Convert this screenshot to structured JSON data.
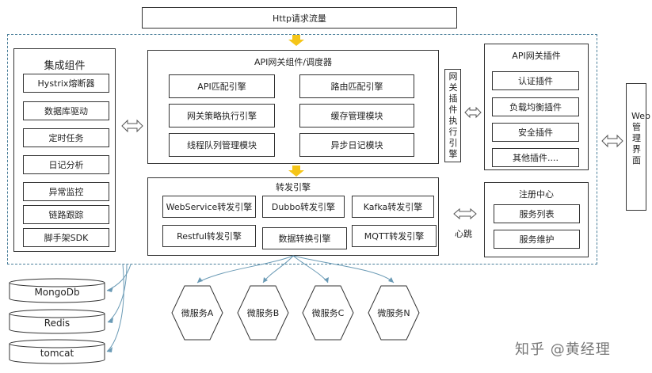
{
  "top": {
    "http": "Http请求流量"
  },
  "integration": {
    "title": "集成组件",
    "items": [
      "Hystrix熔断器",
      "数据库驱动",
      "定时任务",
      "日记分析",
      "异常监控",
      "链路跟踪",
      "脚手架SDK"
    ]
  },
  "gateway": {
    "title": "API网关组件/调度器",
    "items": [
      "API匹配引擎",
      "路由匹配引擎",
      "网关策略执行引擎",
      "缓存管理模块",
      "线程队列管理模块",
      "异步日记模块"
    ]
  },
  "plugin_exec": {
    "label": "网关插件执行引擎"
  },
  "plugins": {
    "title": "API网关插件",
    "items": [
      "认证插件",
      "负载均衡插件",
      "安全插件",
      "其他插件...."
    ]
  },
  "web_mgmt": {
    "label": "Web管理界面"
  },
  "forward": {
    "title": "转发引擎",
    "items": [
      "WebService转发引擎",
      "Dubbo转发引擎",
      "Kafka转发引擎",
      "Restful转发引擎",
      "数据转换引擎",
      "MQTT转发引擎"
    ]
  },
  "registry": {
    "title": "注册中心",
    "items": [
      "服务列表",
      "服务维护"
    ],
    "heartbeat": "心跳"
  },
  "storage": [
    "MongoDb",
    "Redis",
    "tomcat"
  ],
  "services": [
    "微服务A",
    "微服务B",
    "微服务C",
    "微服务N"
  ],
  "watermark": "知乎 @黄经理",
  "colors": {
    "border": "#333333",
    "dashed": "#4a7f9a",
    "arrow_fill": "#f5c518",
    "link": "#6a9ab5"
  }
}
